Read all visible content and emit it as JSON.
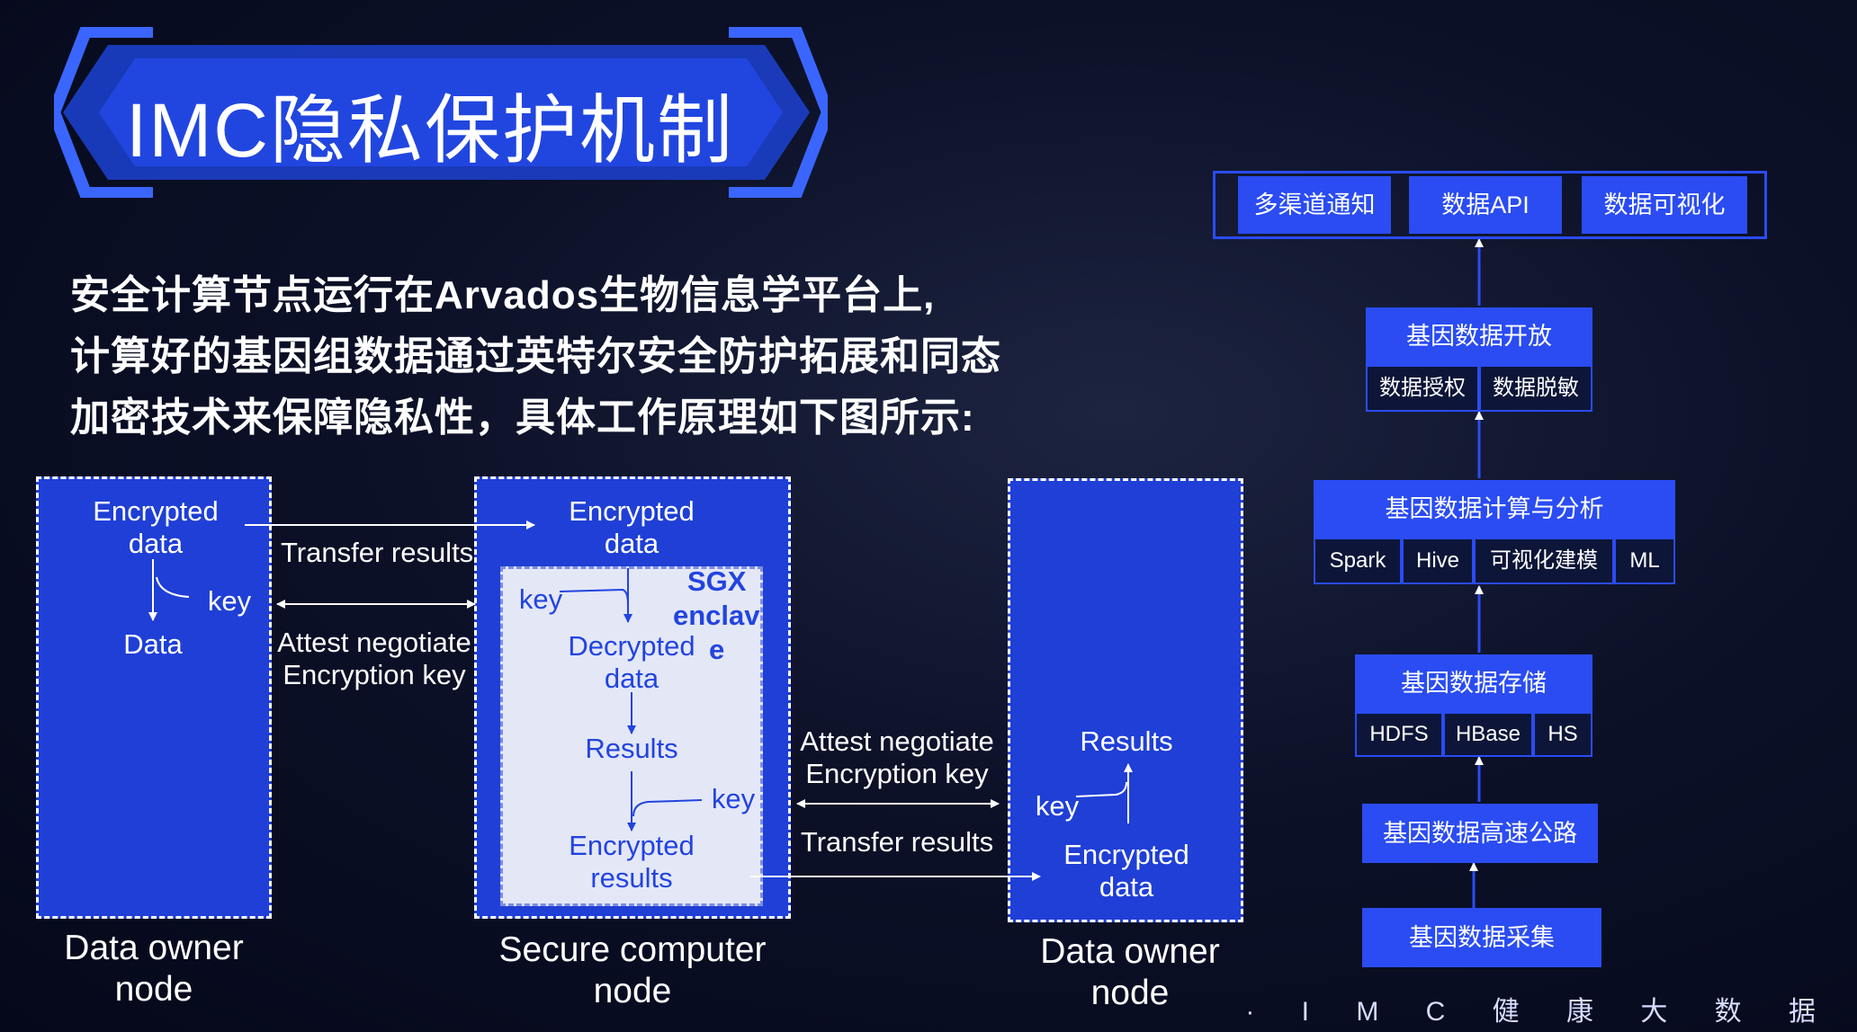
{
  "title": "IMC隐私保护机制",
  "intro": {
    "line1": "安全计算节点运行在Arvados生物信息学平台上,",
    "line2": "计算好的基因组数据通过英特尔安全防护拓展和同态",
    "line3": "加密技术来保障隐私性，具体工作原理如下图所示:"
  },
  "left_node": {
    "encrypted": "Encrypted",
    "data": "data",
    "key": "key",
    "Data": "Data",
    "caption1": "Data  owner",
    "caption2": "node"
  },
  "left_arrows": {
    "transfer": "Transfer results",
    "attest1": "Attest negotiate",
    "attest2": "Encryption key"
  },
  "middle_node": {
    "encrypted": "Encrypted",
    "data": "data",
    "sgx1": "SGX",
    "sgx2": "enclav",
    "sgx3": "e",
    "key1": "key",
    "decrypted": "Decrypted",
    "decrypted_data": "data",
    "results": "Results",
    "key2": "key",
    "enc_results1": "Encrypted",
    "enc_results2": "results",
    "caption1": "Secure computer",
    "caption2": "node"
  },
  "right_arrows": {
    "attest1": "Attest negotiate",
    "attest2": "Encryption key",
    "transfer": "Transfer results"
  },
  "right_node": {
    "results": "Results",
    "key": "key",
    "encrypted": "Encrypted",
    "data": "data",
    "caption1": "Data  owner",
    "caption2": "node"
  },
  "stack": {
    "top": [
      "多渠道通知",
      "数据API",
      "数据可视化"
    ],
    "open": {
      "title": "基因数据开放",
      "items": [
        "数据授权",
        "数据脱敏"
      ]
    },
    "compute": {
      "title": "基因数据计算与分析",
      "items": [
        "Spark",
        "Hive",
        "可视化建模",
        "ML"
      ]
    },
    "storage": {
      "title": "基因数据存储",
      "items": [
        "HDFS",
        "HBase",
        "HS"
      ]
    },
    "highway": "基因数据高速公路",
    "collect": "基因数据采集"
  },
  "footer": "· I M C 健 康 大 数 据",
  "colors": {
    "accent": "#2a4cf2",
    "node_fill": "#1f3fd6",
    "enclave_fill": "#e4e7f6",
    "bg": "#0c1128"
  }
}
